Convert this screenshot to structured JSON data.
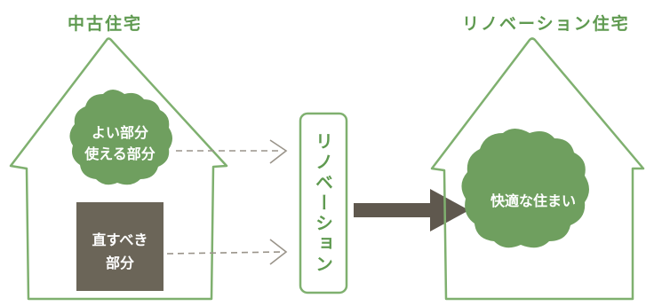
{
  "labels": {
    "left_title": "中古住宅",
    "right_title": "リノベーション住宅",
    "good_parts_line1": "よい部分",
    "good_parts_line2": "使える部分",
    "fix_parts_line1": "直すべき",
    "fix_parts_line2": "部分",
    "renovation": "リノベーション",
    "result": "快適な住まい"
  },
  "colors": {
    "outline_green": "#7fb06f",
    "blob_green": "#6f9f5f",
    "dark_box": "#6b6558",
    "arrow": "#5f584e",
    "text_green": "#5f9a50"
  }
}
